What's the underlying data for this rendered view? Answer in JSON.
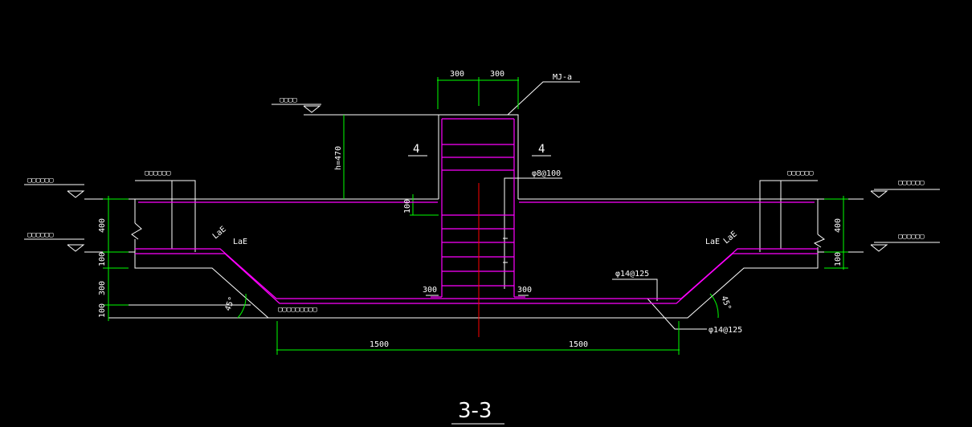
{
  "section_title": "3-3",
  "colors": {
    "background": "#000000",
    "outline": "#ffffff",
    "dimension": "#00ff00",
    "rebar": "#ff00ff",
    "centerline": "#ff0000"
  },
  "labels": {
    "mj": "MJ-a",
    "height": "h=470",
    "section_mark_left": "4",
    "section_mark_right": "4",
    "rebar_stirrup": "φ8@100",
    "rebar_bottom_upper": "φ14@125",
    "rebar_bottom_lower": "φ14@125",
    "lae_left_1": "LaE",
    "lae_left_2": "LaE",
    "lae_right_1": "LaE",
    "lae_right_2": "LaE",
    "elev_top": "▢▢▢▢",
    "elev_left_top": "▢▢▢▢▢▢",
    "elev_left_bottom": "▢▢▢▢▢▢",
    "elev_right_top": "▢▢▢▢▢▢",
    "elev_right_bottom": "▢▢▢▢▢▢",
    "note_left": "▢▢▢▢▢▢",
    "note_right": "▢▢▢▢▢▢",
    "pit_note": "▢▢▢▢▢▢▢▢▢"
  },
  "dimensions": {
    "top_left": "300",
    "top_right": "300",
    "left_400": "400",
    "left_100_a": "100",
    "left_300": "300",
    "left_100_b": "100",
    "right_400": "400",
    "right_100": "100",
    "mid_100": "100",
    "bottom_left": "1500",
    "bottom_right": "1500",
    "stub_left": "300",
    "stub_right": "300",
    "angle_left": "45°",
    "angle_right": "45°"
  }
}
